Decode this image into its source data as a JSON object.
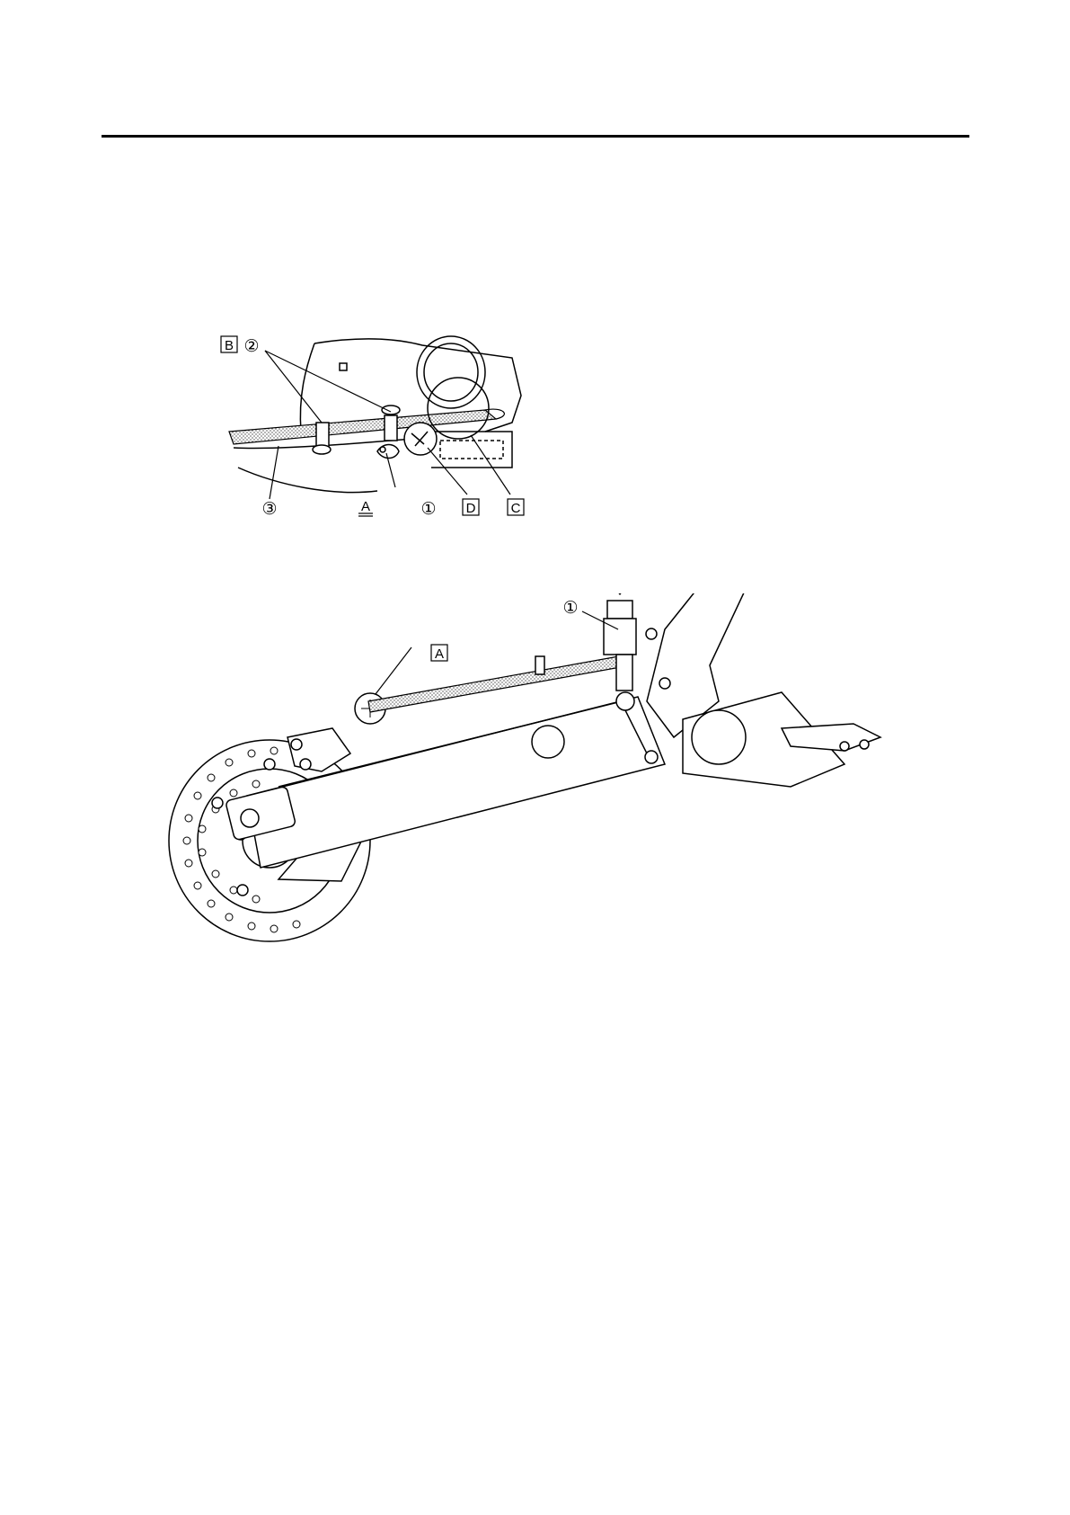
{
  "header": {
    "rule_color": "#000000"
  },
  "top_figure": {
    "labels": {
      "b_box": "B",
      "num_2": "②",
      "num_3": "③",
      "a_underlined": "A",
      "num_1": "①",
      "d_box": "D",
      "c_box": "C"
    }
  },
  "main_figure": {
    "labels": {
      "a_arrow": "A",
      "num_1": "①",
      "a_box": "A"
    }
  }
}
